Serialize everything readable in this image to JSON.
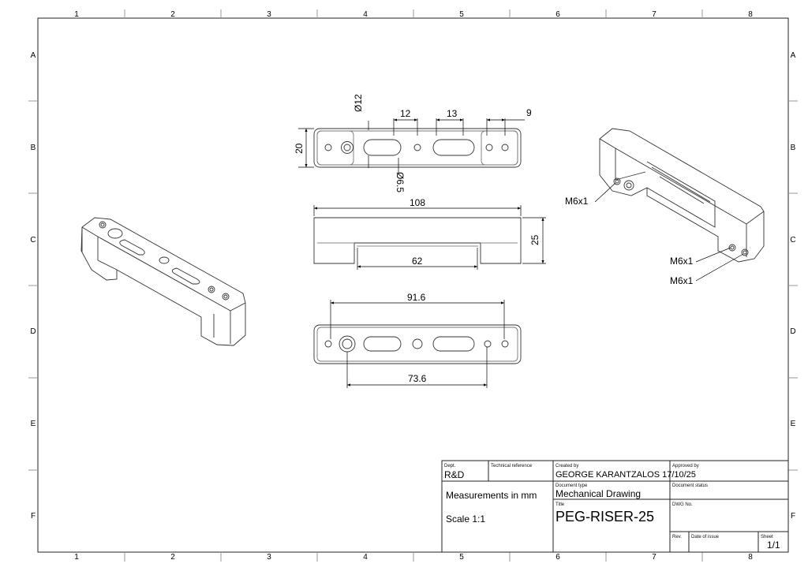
{
  "zones": {
    "columns": [
      "1",
      "2",
      "3",
      "4",
      "5",
      "6",
      "7",
      "8"
    ],
    "rows": [
      "A",
      "B",
      "C",
      "D",
      "E",
      "F"
    ]
  },
  "dimensions": {
    "d12": "Ø12",
    "d65": "Ø6.5",
    "w12": "12",
    "w13": "13",
    "w9": "9",
    "h20": "20",
    "l108": "108",
    "l62": "62",
    "h25": "25",
    "l916": "91.6",
    "l736": "73.6"
  },
  "callouts": {
    "thread1": "M6x1",
    "thread2": "M6x1",
    "thread3": "M6x1"
  },
  "title_block": {
    "dept_label": "Dept.",
    "dept": "R&D",
    "tech_ref_label": "Technical reference",
    "created_by_label": "Created by",
    "created_by": "GEORGE KARANTZALOS 17/10/25",
    "approved_by_label": "Approved by",
    "doc_type_label": "Document type",
    "doc_type": "Mechanical Drawing",
    "doc_status_label": "Document status",
    "measurements": "Measurements in mm",
    "scale": "Scale 1:1",
    "title_label": "Title",
    "title": "PEG-RISER-25",
    "dwg_label": "DWG No.",
    "rev_label": "Rev.",
    "date_label": "Date of issue",
    "sheet_label": "Sheet",
    "sheet": "1/1"
  }
}
